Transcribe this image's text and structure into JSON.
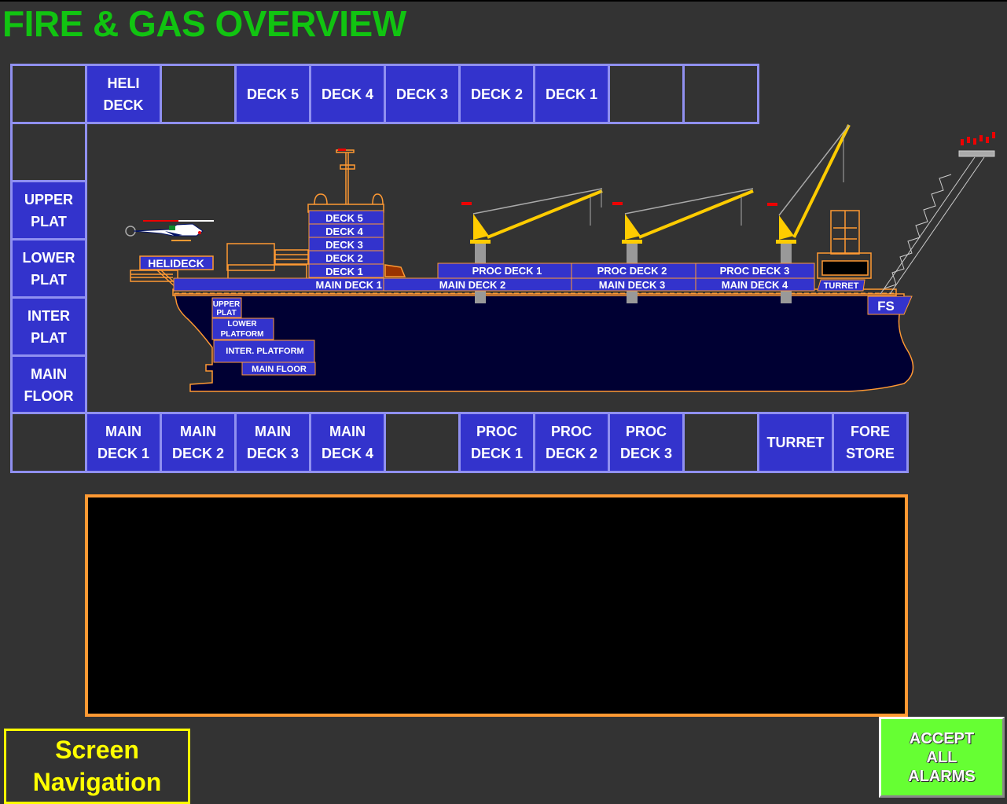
{
  "title": "FIRE & GAS OVERVIEW",
  "colors": {
    "title": "#11c411",
    "background": "#333333",
    "zone_active": "#3333cc",
    "grid_border": "#9090f0",
    "ship_outline": "#ff9933",
    "hull_fill": "#000033",
    "crane": "#ffcc00",
    "nav_button": "#ffff00",
    "accept_button": "#66ff33"
  },
  "top_row": [
    {
      "label": "",
      "active": false
    },
    {
      "label": "HELI\nDECK",
      "active": true
    },
    {
      "label": "",
      "active": false
    },
    {
      "label": "DECK 5",
      "active": true
    },
    {
      "label": "DECK 4",
      "active": true
    },
    {
      "label": "DECK 3",
      "active": true
    },
    {
      "label": "DECK 2",
      "active": true
    },
    {
      "label": "DECK 1",
      "active": true
    },
    {
      "label": "",
      "active": false
    },
    {
      "label": "",
      "active": false
    }
  ],
  "left_column": [
    {
      "label": "",
      "active": false
    },
    {
      "label": "UPPER\nPLAT",
      "active": true
    },
    {
      "label": "LOWER\nPLAT",
      "active": true
    },
    {
      "label": "INTER\nPLAT",
      "active": true
    },
    {
      "label": "MAIN\nFLOOR",
      "active": true
    }
  ],
  "bottom_row": [
    {
      "label": "",
      "active": false
    },
    {
      "label": "MAIN\nDECK 1",
      "active": true
    },
    {
      "label": "MAIN\nDECK 2",
      "active": true
    },
    {
      "label": "MAIN\nDECK 3",
      "active": true
    },
    {
      "label": "MAIN\nDECK 4",
      "active": true
    },
    {
      "label": "",
      "active": false
    },
    {
      "label": "PROC\nDECK 1",
      "active": true
    },
    {
      "label": "PROC\nDECK 2",
      "active": true
    },
    {
      "label": "PROC\nDECK 3",
      "active": true
    },
    {
      "label": "",
      "active": false
    },
    {
      "label": "TURRET",
      "active": true
    },
    {
      "label": "FORE\nSTORE",
      "active": true
    }
  ],
  "ship_labels": {
    "helideck": "HELIDECK",
    "deck5": "DECK 5",
    "deck4": "DECK 4",
    "deck3": "DECK 3",
    "deck2": "DECK 2",
    "deck1": "DECK 1",
    "main_deck_1": "MAIN DECK 1",
    "main_deck_2": "MAIN DECK 2",
    "main_deck_3": "MAIN DECK 3",
    "main_deck_4": "MAIN DECK 4",
    "proc_deck_1": "PROC DECK 1",
    "proc_deck_2": "PROC DECK 2",
    "proc_deck_3": "PROC DECK 3",
    "turret": "TURRET",
    "fore_store": "FS",
    "upper_plat_1": "UPPER",
    "upper_plat_2": "PLAT",
    "lower_platform_1": "LOWER",
    "lower_platform_2": "PLATFORM",
    "inter_platform": "INTER. PLATFORM",
    "main_floor": "MAIN FLOOR"
  },
  "alarm_panel": {
    "entries": []
  },
  "buttons": {
    "screen_navigation": "Screen\nNavigation",
    "accept_all_alarms": "ACCEPT\nALL\nALARMS"
  }
}
